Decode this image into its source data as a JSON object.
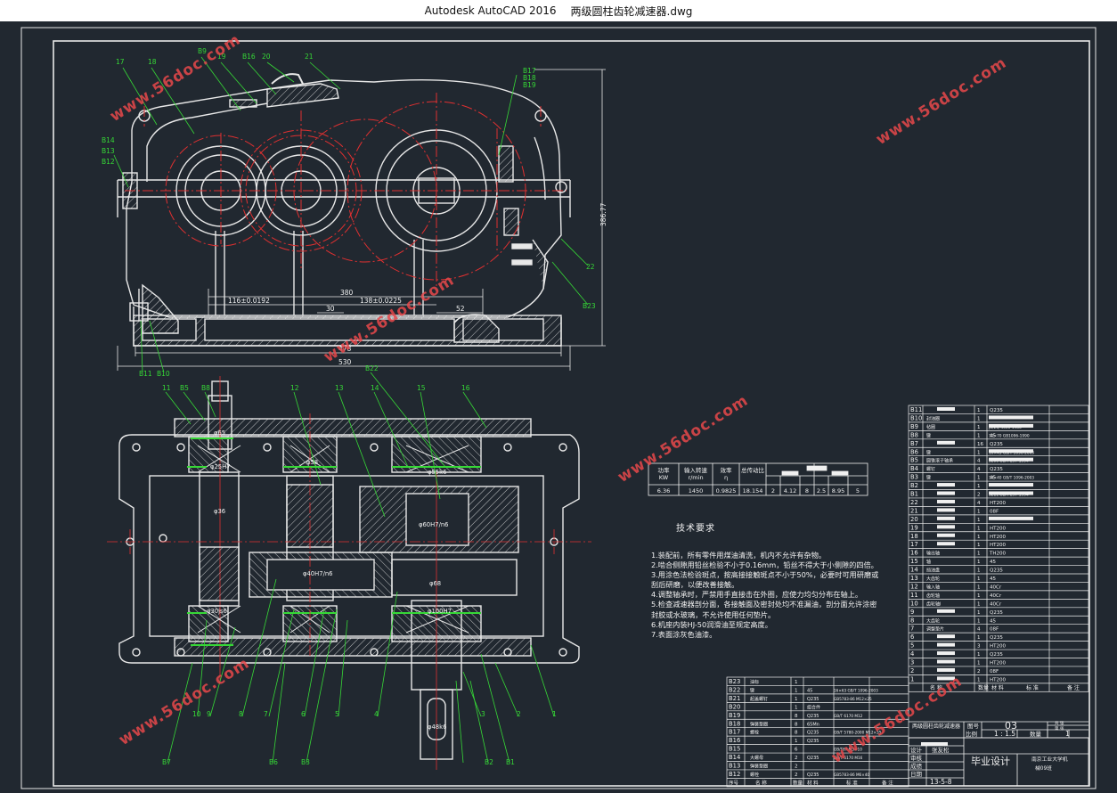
{
  "window": {
    "app_name": "Autodesk AutoCAD 2016",
    "file_name": "两级圆柱齿轮减速器.dwg"
  },
  "colors": {
    "background": "#212830",
    "lines": "#e8e8e8",
    "centerlines": "#e03030",
    "dimensions": "#f2f2f2",
    "leaders": "#36d836",
    "watermark": "#e8484b"
  },
  "watermark": "www.56doc.com",
  "leaders_front": [
    "17",
    "18",
    "B9",
    "19",
    "B16",
    "20",
    "21",
    "B17",
    "B18",
    "B19",
    "B14",
    "B13",
    "B12",
    "22",
    "B23",
    "B11",
    "B10"
  ],
  "leaders_top": [
    "11",
    "B5",
    "B8",
    "12",
    "13",
    "B22",
    "14",
    "15",
    "16",
    "10",
    "9",
    "8",
    "7",
    "6",
    "5",
    "4",
    "3",
    "2",
    "1",
    "B7",
    "B6",
    "B3",
    "B1",
    "B2"
  ],
  "dimensions": {
    "d380": "380",
    "d116": "116±0.0192",
    "d30": "30",
    "d138": "138±0.0225",
    "d52": "52",
    "d478": "478",
    "d530": "530",
    "height": "386.77",
    "phi65": "φ65",
    "phi36": "φ36",
    "phi25": "φ25H7",
    "phi58": "φ58",
    "phi60": "φ60H7/n6",
    "phi55": "φ55k6",
    "phi68": "φ68",
    "phi100": "φ100H7",
    "phi30": "φ30js6",
    "phi48": "φ48k6",
    "phi40": "φ40H7/n6"
  },
  "perf_table": {
    "headers": [
      "功率\nKW",
      "输入转速\nr/min",
      "效率\nη",
      "总传动比",
      "",
      ""
    ],
    "values": [
      "6.36",
      "1450",
      "0.9825",
      "18.154",
      "2",
      "4.12",
      "8",
      "2.5",
      "8.95",
      "5"
    ]
  },
  "tech_requirements": {
    "title": "技术要求",
    "items": [
      "1.装配前，所有零件用煤油清洗，机内不允许有杂物。",
      "2.啮合侧隙用铅丝检验不小于0.16mm，铅丝不得大于小侧隙的四倍。",
      "3.用涂色法检验斑点，按高接接触斑点不小于50%，必要时可用研磨或",
      "   刮后研磨，以便改善接触。",
      "4.调整轴承时，严禁用手直接击在外圈，应使力均匀分布在轴上。",
      "5.检查减速器剖分面，各接触面及密封处均不准漏油，剖分面允许涂密",
      "   封胶或水玻璃，不允许使用任何垫片。",
      "6.机座内装HJ-50润滑油至规定高度。",
      "7.表面涂灰色油漆。"
    ]
  },
  "parts_list_right": [
    {
      "no": "B11",
      "name": "",
      "qty": "1",
      "mat": "Q235",
      "std": ""
    },
    {
      "no": "B10",
      "name": "封油圈",
      "qty": "1",
      "mat": "",
      "std": ""
    },
    {
      "no": "B9",
      "name": "毡圈",
      "qty": "1",
      "mat": "",
      "std": "JB/ZQ 4406-1986"
    },
    {
      "no": "B8",
      "name": "键",
      "qty": "1",
      "mat": "45",
      "std": "10×70 GB1096-1990"
    },
    {
      "no": "B7",
      "name": "",
      "qty": "16",
      "mat": "Q235",
      "std": ""
    },
    {
      "no": "B6",
      "name": "键",
      "qty": "1",
      "mat": "",
      "std": "10×45 GB/T 1096-2003"
    },
    {
      "no": "B5",
      "name": "圆锥滚子轴承",
      "qty": "4",
      "mat": "",
      "std": "3206 GB/T 297-1994"
    },
    {
      "no": "B4",
      "name": "螺钉",
      "qty": "4",
      "mat": "Q235",
      "std": ""
    },
    {
      "no": "B3",
      "name": "键",
      "qty": "1",
      "mat": "45",
      "std": "14×40 GB/T 1096-2003"
    },
    {
      "no": "B2",
      "name": "",
      "qty": "1",
      "mat": "",
      "std": ""
    },
    {
      "no": "B1",
      "name": "",
      "qty": "2",
      "mat": "",
      "std": "3211 GB/T 297-1994"
    },
    {
      "no": "22",
      "name": "",
      "qty": "4",
      "mat": "HT200",
      "std": ""
    },
    {
      "no": "21",
      "name": "",
      "qty": "1",
      "mat": "08F",
      "std": ""
    },
    {
      "no": "20",
      "name": "",
      "qty": "1",
      "mat": "",
      "std": ""
    },
    {
      "no": "19",
      "name": "",
      "qty": "1",
      "mat": "HT200",
      "std": ""
    },
    {
      "no": "18",
      "name": "",
      "qty": "1",
      "mat": "HT200",
      "std": ""
    },
    {
      "no": "17",
      "name": "",
      "qty": "1",
      "mat": "HT200",
      "std": ""
    },
    {
      "no": "16",
      "name": "输出轴",
      "qty": "1",
      "mat": "TH200",
      "std": ""
    },
    {
      "no": "15",
      "name": "轴",
      "qty": "1",
      "mat": "45",
      "std": ""
    },
    {
      "no": "14",
      "name": "挡油盘",
      "qty": "1",
      "mat": "Q235",
      "std": ""
    },
    {
      "no": "13",
      "name": "大齿轮",
      "qty": "1",
      "mat": "45",
      "std": ""
    },
    {
      "no": "12",
      "name": "输入轴",
      "qty": "1",
      "mat": "40Cr",
      "std": ""
    },
    {
      "no": "11",
      "name": "齿轮轴",
      "qty": "1",
      "mat": "40Cr",
      "std": ""
    },
    {
      "no": "10",
      "name": "齿轮轴I",
      "qty": "1",
      "mat": "40Cr",
      "std": ""
    },
    {
      "no": "9",
      "name": "",
      "qty": "1",
      "mat": "Q235",
      "std": ""
    },
    {
      "no": "8",
      "name": "大齿轮",
      "qty": "1",
      "mat": "45",
      "std": ""
    },
    {
      "no": "7",
      "name": "调整垫片",
      "qty": "4",
      "mat": "08F",
      "std": ""
    },
    {
      "no": "6",
      "name": "",
      "qty": "1",
      "mat": "Q235",
      "std": ""
    },
    {
      "no": "5",
      "name": "",
      "qty": "3",
      "mat": "HT200",
      "std": ""
    },
    {
      "no": "4",
      "name": "",
      "qty": "1",
      "mat": "Q235",
      "std": ""
    },
    {
      "no": "3",
      "name": "",
      "qty": "1",
      "mat": "HT200",
      "std": ""
    },
    {
      "no": "2",
      "name": "",
      "qty": "2",
      "mat": "08F",
      "std": ""
    },
    {
      "no": "1",
      "name": "",
      "qty": "1",
      "mat": "HT200",
      "std": ""
    }
  ],
  "parts_list_left": [
    {
      "no": "B23",
      "name": "油标",
      "qty": "1",
      "mat": "",
      "std": ""
    },
    {
      "no": "B22",
      "name": "键",
      "qty": "1",
      "mat": "45",
      "std": "16×63 GB/T 1096-2003"
    },
    {
      "no": "B21",
      "name": "起盖螺钉",
      "qty": "1",
      "mat": "Q235",
      "std": "GB5783-86 M12×25"
    },
    {
      "no": "B20",
      "name": "",
      "qty": "1",
      "mat": "组合件",
      "std": ""
    },
    {
      "no": "B19",
      "name": "",
      "qty": "8",
      "mat": "Q235",
      "std": "GB/T 6170 M12"
    },
    {
      "no": "B18",
      "name": "弹簧垫圈",
      "qty": "8",
      "mat": "65Mn",
      "std": ""
    },
    {
      "no": "B17",
      "name": "螺栓",
      "qty": "8",
      "mat": "Q235",
      "std": "GB/T 5780-2000 M12×35"
    },
    {
      "no": "B16",
      "name": "",
      "qty": "1",
      "mat": "Q235",
      "std": ""
    },
    {
      "no": "B15",
      "name": "",
      "qty": "6",
      "mat": "",
      "std": "GB/T67 M5×10"
    },
    {
      "no": "B14",
      "name": "大螺母",
      "qty": "2",
      "mat": "Q235",
      "std": "GB/T 6170 M16"
    },
    {
      "no": "B13",
      "name": "弹簧垫圈",
      "qty": "2",
      "mat": "",
      "std": ""
    },
    {
      "no": "B12",
      "name": "螺栓",
      "qty": "2",
      "mat": "Q235",
      "std": "GB5783-86 M6×40"
    }
  ],
  "parts_list_left_footer": [
    "序号",
    "名 称",
    "数量",
    "材 料",
    "标 准",
    "备 注"
  ],
  "parts_list_right_footer": [
    "名 称",
    "数量",
    "材 料",
    "标 准",
    "备 注"
  ],
  "title_block": {
    "drawing_title": "两级圆柱齿轮减速器",
    "drawing_no_label": "图号",
    "drawing_no": "03",
    "sheet_total": "共 张",
    "sheet_no": "第 张",
    "scale_label": "比例",
    "scale": "1 : 1.5",
    "qty_label": "数量",
    "qty": "1",
    "design_label": "设计",
    "designer": "张友松",
    "check_label": "审核",
    "score_label": "成绩",
    "date_label": "日期",
    "date": "13-5-8",
    "project": "毕业设计",
    "school": "南京工业大学机",
    "class": "械09班"
  }
}
